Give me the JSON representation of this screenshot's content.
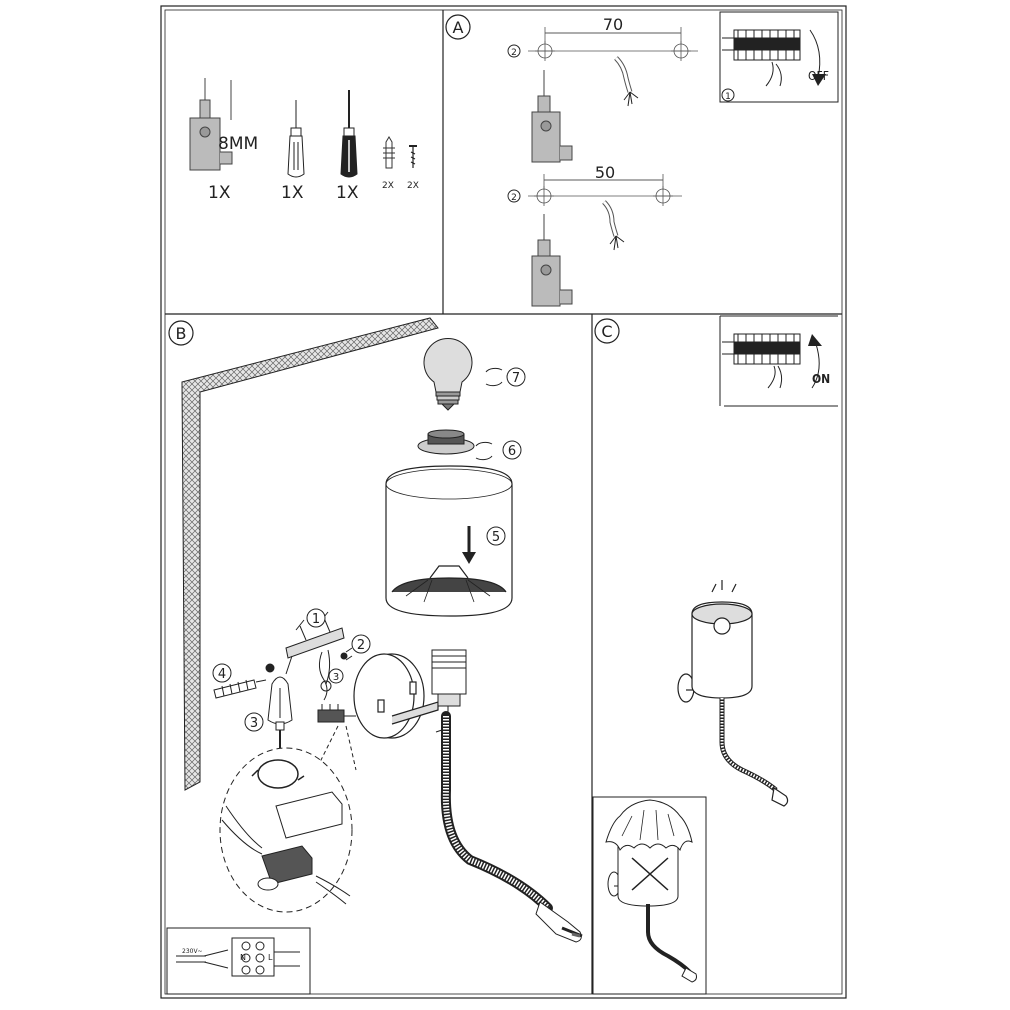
{
  "tools": {
    "screw_size": "8MM",
    "bracket_qty": "1X",
    "flat_screwdriver_qty": "1X",
    "phillips_screwdriver_qty": "1X",
    "dowel_qty": "2X",
    "screw_qty": "2X"
  },
  "panel_a": {
    "label": "A",
    "dim_top": "70",
    "dim_bottom": "50",
    "step_top": "2",
    "step_bottom": "2",
    "breaker_step": "1",
    "breaker_state": "OFF"
  },
  "panel_b": {
    "label": "B",
    "steps": [
      "1",
      "2",
      "3",
      "3",
      "4",
      "5",
      "6",
      "7"
    ],
    "voltage": "230V~",
    "terminal_left": "N",
    "terminal_right": "L"
  },
  "panel_c": {
    "label": "C",
    "breaker_state": "ON"
  },
  "colors": {
    "line": "#222222",
    "wall_fill": "#d9d9d9",
    "bracket_fill": "#bbbbbb"
  }
}
